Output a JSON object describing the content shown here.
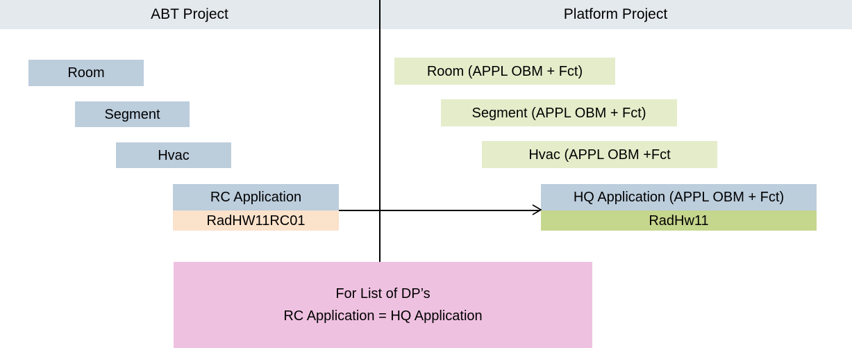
{
  "header": {
    "left_title": "ABT Project",
    "right_title": "Platform Project",
    "band_color": "#e4e9ee"
  },
  "colors": {
    "blue": "#bccddc",
    "green": "#e4ecca",
    "peach": "#fbe2cb",
    "olive": "#c5d68d",
    "pink": "#efc1e0",
    "line": "#000000"
  },
  "left_column": {
    "boxes": [
      {
        "label": "Room",
        "color": "#bccddc"
      },
      {
        "label": "Segment",
        "color": "#bccddc"
      },
      {
        "label": "Hvac",
        "color": "#bccddc"
      },
      {
        "label": "RC Application",
        "color": "#bccddc"
      },
      {
        "label": "RadHW11RC01",
        "color": "#fbe2cb"
      }
    ]
  },
  "right_column": {
    "boxes": [
      {
        "label": "Room (APPL OBM + Fct)",
        "color": "#e4ecca"
      },
      {
        "label": "Segment (APPL OBM + Fct)",
        "color": "#e4ecca"
      },
      {
        "label": "Hvac (APPL OBM +Fct",
        "color": "#e4ecca"
      },
      {
        "label": "HQ Application  (APPL OBM + Fct)",
        "color": "#bccddc"
      },
      {
        "label": "RadHw11",
        "color": "#c5d68d"
      }
    ]
  },
  "note": {
    "line1": "For List of DP’s",
    "line2": "RC Application = HQ Application",
    "color": "#efc1e0"
  },
  "connector": {
    "name": "mapping-arrow",
    "from": "RadHW11RC01",
    "to": "RadHw11",
    "direction": "left-to-right"
  }
}
